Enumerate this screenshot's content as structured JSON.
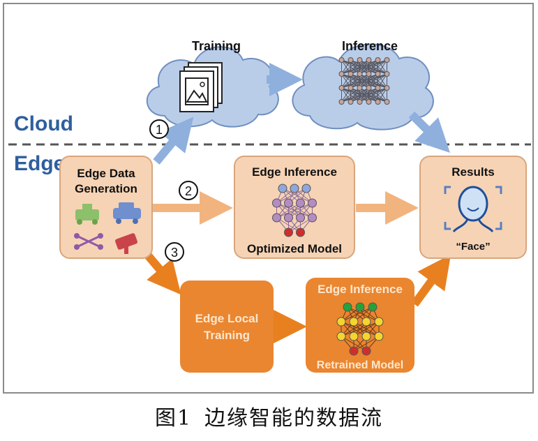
{
  "zones": {
    "cloud": "Cloud",
    "edge": "Edge"
  },
  "cloud_nodes": {
    "training": "Training",
    "inference": "Inference"
  },
  "edge_nodes": {
    "data_generation": [
      "Edge Data",
      "Generation"
    ],
    "edge_inference_top": {
      "title": "Edge Inference",
      "subtitle": "Optimized Model"
    },
    "results": {
      "title": "Results",
      "label": "“Face”"
    },
    "local_training": [
      "Edge Local",
      "Training"
    ],
    "edge_inference_bottom": {
      "title": "Edge Inference",
      "subtitle": "Retrained Model"
    }
  },
  "paths": [
    "1",
    "2",
    "3"
  ],
  "caption": {
    "prefix": "图1",
    "text": "边缘智能的数据流"
  },
  "colors": {
    "cloud_fill": "#b9cde9",
    "cloud_arrow": "#8fb0dd",
    "zone_text": "#2e5f9e",
    "light_box": "#f6d3b5",
    "light_arrow": "#f2b47f",
    "dark_box": "#ea8630",
    "dark_arrow": "#e9801f",
    "neuron_blue": "#8ea8dc",
    "neuron_purple": "#b58bc4",
    "neuron_red": "#cf2e2e",
    "neuron_green": "#27a238",
    "neuron_yellow": "#f4d42f"
  }
}
